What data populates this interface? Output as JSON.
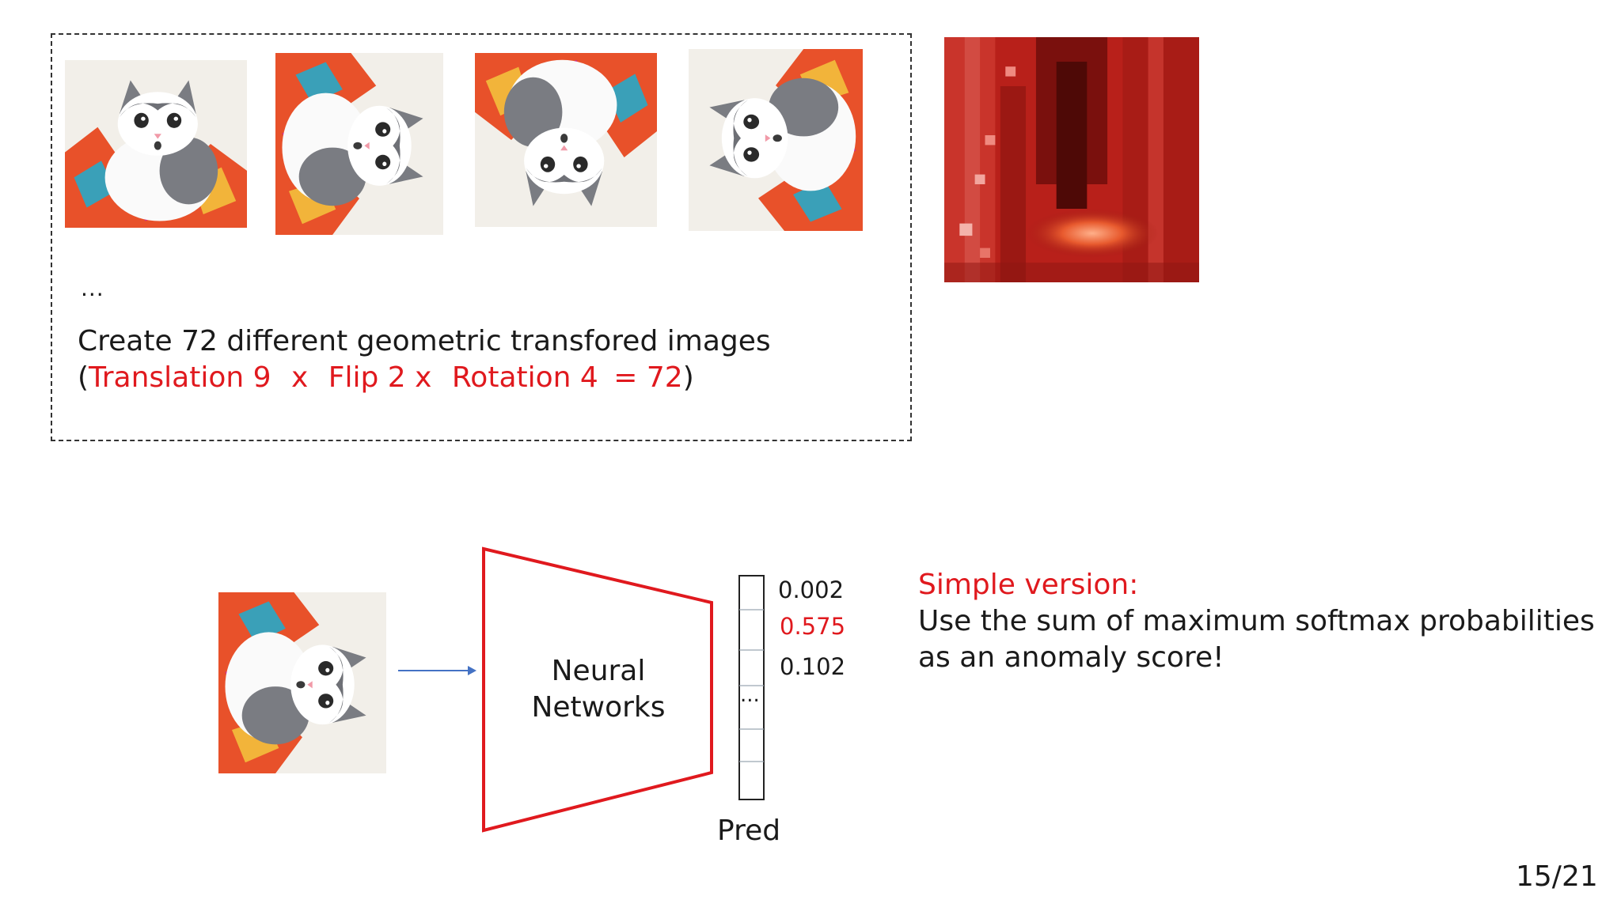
{
  "augmentation": {
    "ellipsis": "...",
    "caption_line1": "Create 72 different geometric transfored images",
    "caption_open_paren": "(",
    "translation": "Translation 9",
    "times1": "x",
    "flip": "Flip 2 x",
    "rotation": "Rotation 4",
    "equals": "= 72",
    "caption_close_paren": ")"
  },
  "diagram": {
    "network_line1": "Neural",
    "network_line2": "Networks",
    "pred_label": "Pred",
    "pred_values": [
      "0.002",
      "0.575",
      "0.102"
    ],
    "pred_ellipsis": "...",
    "highlight_index": 1
  },
  "note": {
    "title": "Simple version:",
    "line1": "Use the sum of maximum softmax probabilities",
    "line2": "as an anomaly score!"
  },
  "page_number": "15/21",
  "colors": {
    "accent_red": "#e0191e",
    "arrow_blue": "#4472c4",
    "text": "#1a1a1a"
  },
  "icons": [
    "cat-photo-icon",
    "feature-map-icon",
    "arrow-right-icon"
  ]
}
